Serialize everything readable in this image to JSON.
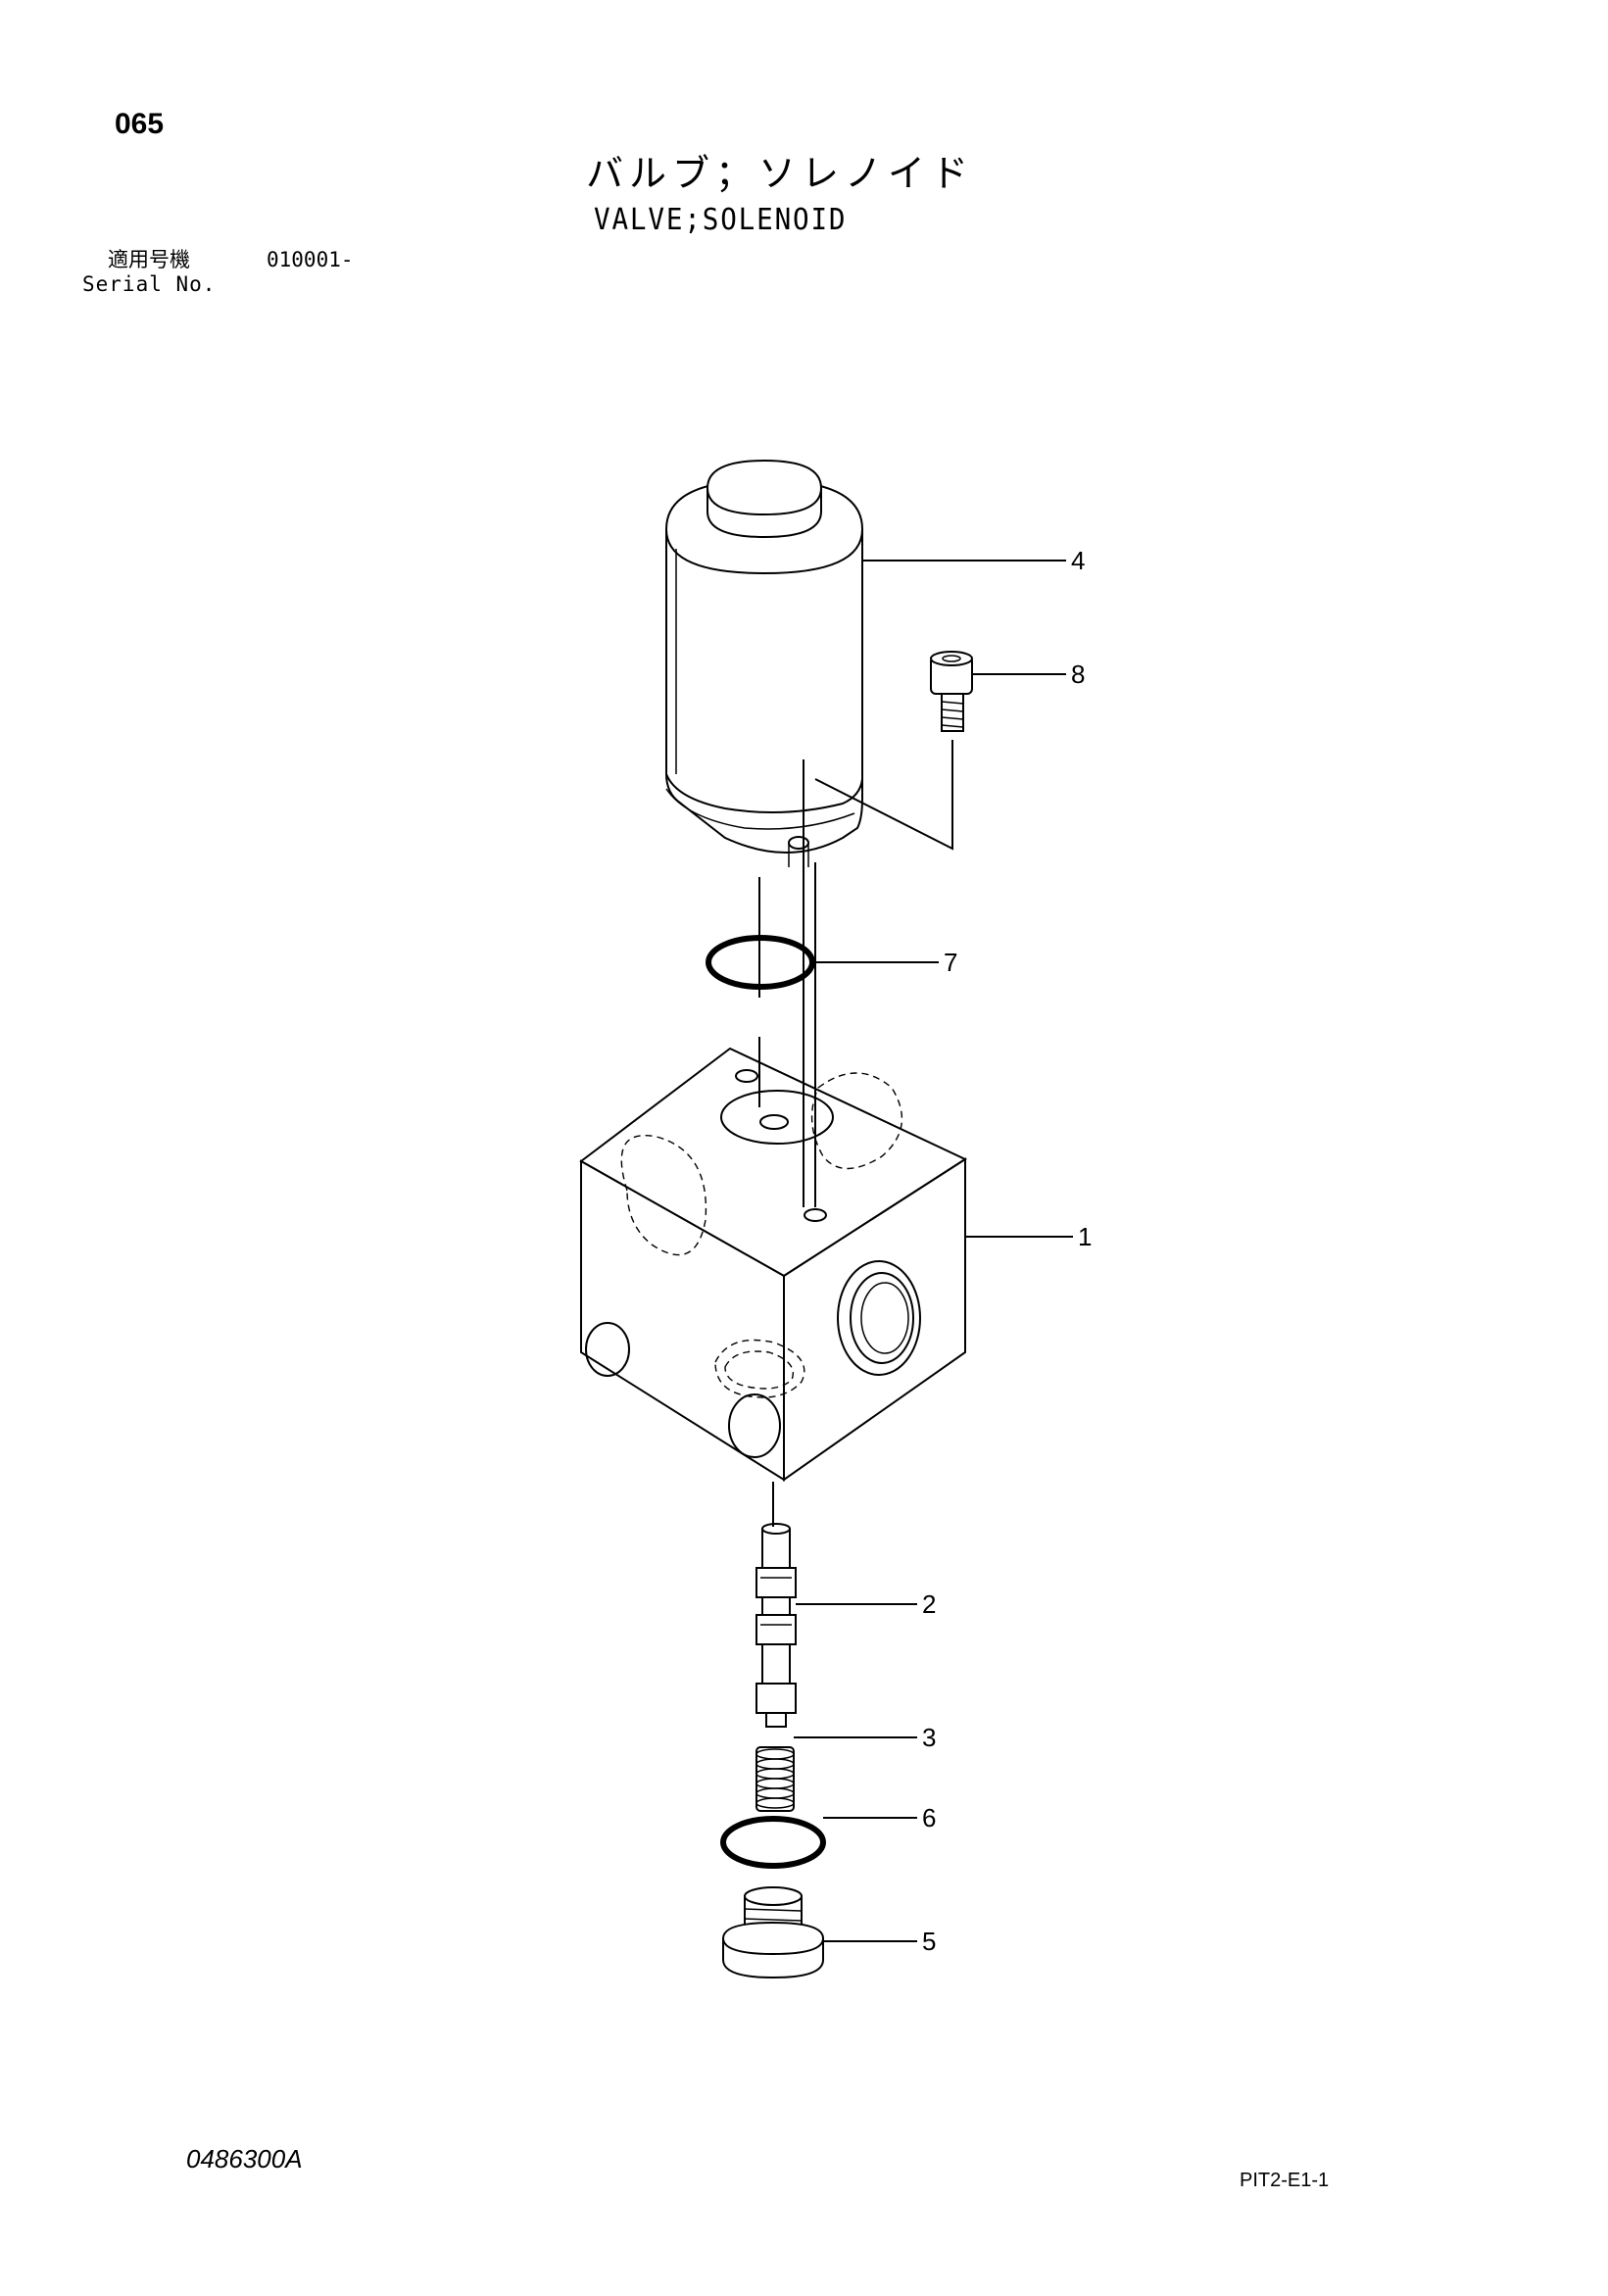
{
  "header": {
    "page_number": "065",
    "title_jp": "バルブ；ソレノイド",
    "title_en": "VALVE;SOLENOID",
    "serial_label_jp": "適用号機",
    "serial_label_en": "Serial No.",
    "serial_value": "010001-"
  },
  "parts": [
    {
      "key": "block",
      "label": "1"
    },
    {
      "key": "spool",
      "label": "2"
    },
    {
      "key": "spring",
      "label": "3"
    },
    {
      "key": "solenoid-coil",
      "label": "4"
    },
    {
      "key": "plug",
      "label": "5"
    },
    {
      "key": "o-ring-lower",
      "label": "6"
    },
    {
      "key": "o-ring-upper",
      "label": "7"
    },
    {
      "key": "bolt",
      "label": "8"
    }
  ],
  "footer": {
    "drawing_number": "0486300A",
    "figure_code": "PIT2-E1-1"
  }
}
